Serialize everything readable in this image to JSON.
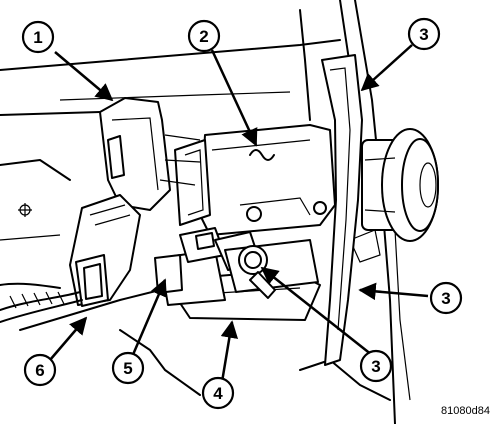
{
  "figure": {
    "reference_code": "81080d84"
  },
  "callouts": [
    {
      "id": "callout-1",
      "label": "1"
    },
    {
      "id": "callout-2",
      "label": "2"
    },
    {
      "id": "callout-3-top",
      "label": "3"
    },
    {
      "id": "callout-3-right",
      "label": "3"
    },
    {
      "id": "callout-3-bottom",
      "label": "3"
    },
    {
      "id": "callout-4",
      "label": "4"
    },
    {
      "id": "callout-5",
      "label": "5"
    },
    {
      "id": "callout-6",
      "label": "6"
    }
  ]
}
